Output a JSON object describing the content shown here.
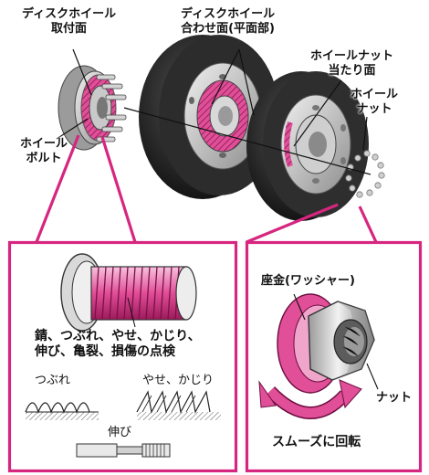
{
  "labels": {
    "mount_face": [
      "ディスクホイール",
      "取付面"
    ],
    "mating_face": [
      "ディスクホイール",
      "合わせ面(平面部)"
    ],
    "nut_seat": [
      "ホイールナット",
      "当たり面"
    ],
    "wheel_nut": [
      "ホイール",
      "ナット"
    ],
    "wheel_bolt": [
      "ホイール",
      "ボルト"
    ],
    "inspection": [
      "錆、つぶれ、やせ、かじり、",
      "伸び、亀裂、損傷の点検"
    ],
    "crushed": "つぶれ",
    "worn_galled": "やせ、かじり",
    "stretched": "伸び",
    "washer": "座金(ワッシャー)",
    "nut": "ナット",
    "smooth_rotation": "スムーズに回転"
  },
  "colors": {
    "accent": "#d6267f",
    "highlight_fill": "#e04f98",
    "tire": "#2a2a2a",
    "rim": "#bdbdbd"
  }
}
